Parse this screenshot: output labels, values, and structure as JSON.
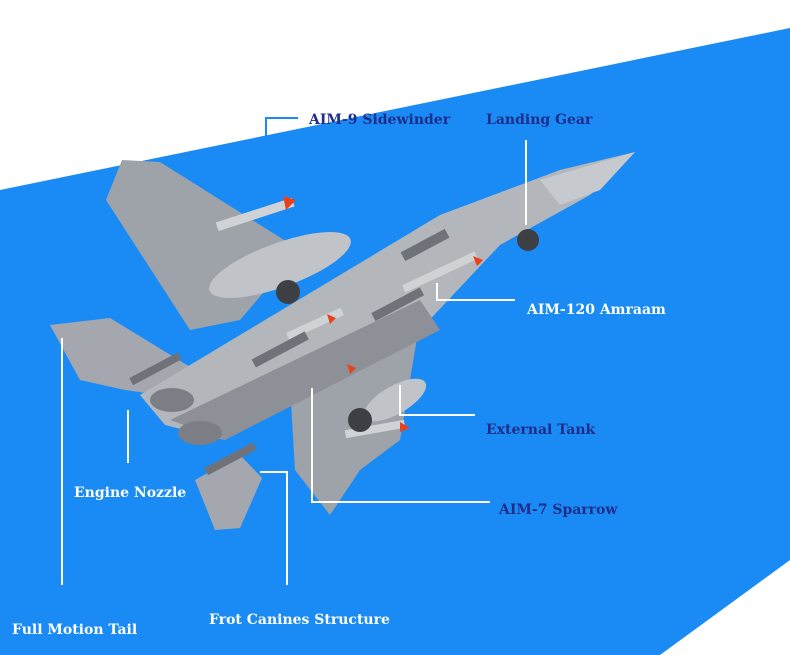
{
  "labels": {
    "sidewinder": "AIM-9 Sidewinder",
    "landing_gear": "Landing Gear",
    "amraam": "AIM-120 Amraam",
    "external_tank": "External Tank",
    "sparrow": "AIM-7 Sparrow",
    "engine_nozzle": "Engine Nozzle",
    "full_motion_tail": "Full Motion Tail",
    "canines_structure": "Frot Canines Structure"
  },
  "colors": {
    "background_band": "#1a8bf5",
    "label_dark": "#1f2d8a",
    "label_light": "#ffffff",
    "aircraft_gray": "#a9adb3",
    "missile_tip": "#e8421c"
  }
}
